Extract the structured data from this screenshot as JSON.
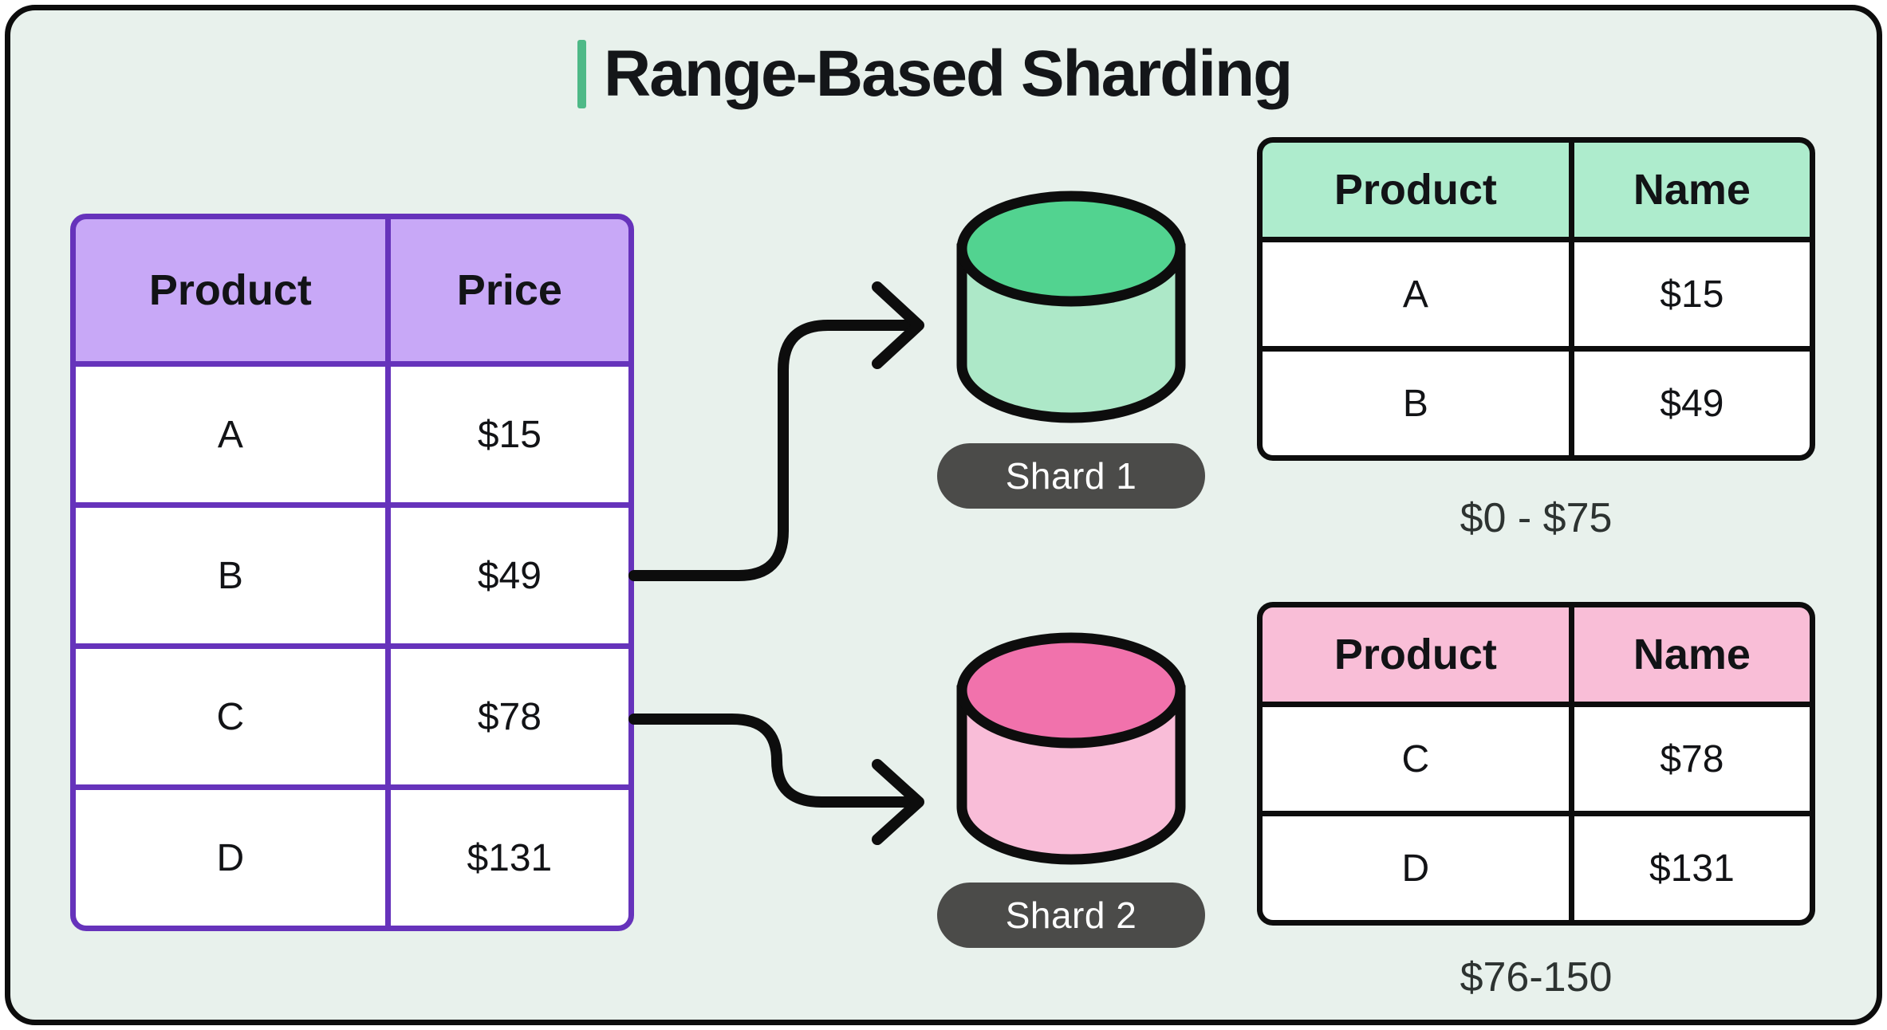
{
  "title": {
    "text": "Range-Based Sharding"
  },
  "colors": {
    "canvas_bg": "#e8f1ec",
    "frame_border": "#0c0c0c",
    "title_accent": "#4eb987",
    "purple_border": "#6633bb",
    "purple_header": "#c8a8f7",
    "green_header": "#aeeccd",
    "pink_header": "#f9bed7",
    "cylinder_green_top": "#52d390",
    "cylinder_green_body": "#ade8c8",
    "cylinder_pink_top": "#f172ac",
    "cylinder_pink_body": "#f9bdd8",
    "pill_bg": "#4b4b49",
    "arrow": "#0d0d0d"
  },
  "icons": {
    "shard1_icon": "database-cylinder-green",
    "shard2_icon": "database-cylinder-pink"
  },
  "main_table": {
    "headers": [
      "Product",
      "Price"
    ],
    "rows": [
      [
        "A",
        "$15"
      ],
      [
        "B",
        "$49"
      ],
      [
        "C",
        "$78"
      ],
      [
        "D",
        "$131"
      ]
    ]
  },
  "shard1": {
    "label": "Shard 1",
    "range": "$0 - $75",
    "table": {
      "headers": [
        "Product",
        "Name"
      ],
      "rows": [
        [
          "A",
          "$15"
        ],
        [
          "B",
          "$49"
        ]
      ]
    }
  },
  "shard2": {
    "label": "Shard 2",
    "range": "$76-150",
    "table": {
      "headers": [
        "Product",
        "Name"
      ],
      "rows": [
        [
          "C",
          "$78"
        ],
        [
          "D",
          "$131"
        ]
      ]
    }
  }
}
